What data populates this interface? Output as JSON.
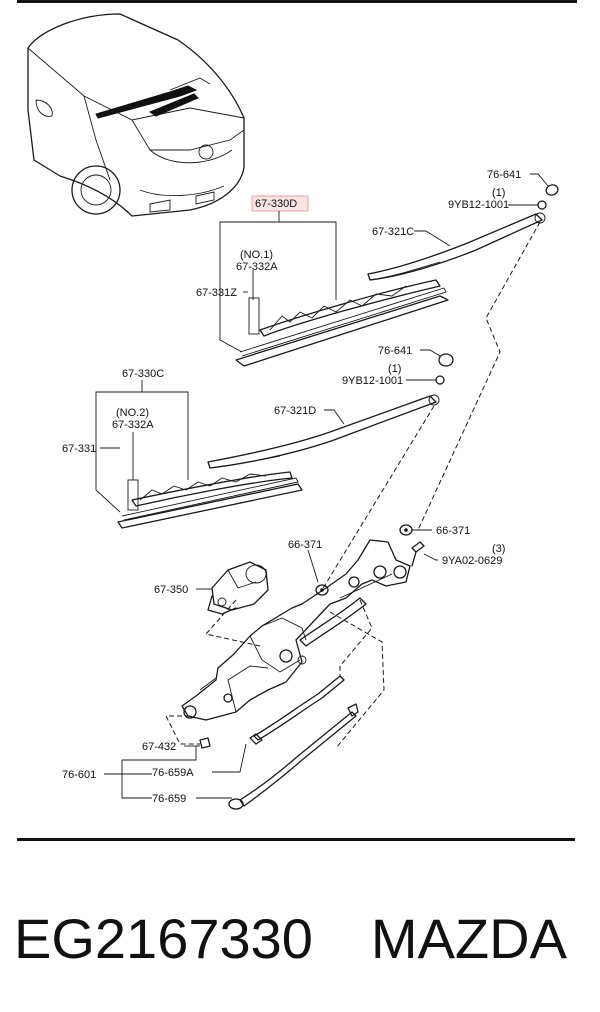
{
  "labels": {
    "highlight": "67-330D",
    "no1": "(NO.1)",
    "p67_332A_1": "67-332A",
    "p67_331Z": "67-331Z",
    "p76_641_top": "76-641",
    "qty1_top": "(1)",
    "p9YB12_top": "9YB12-1001",
    "p67_321C": "67-321C",
    "p76_641_mid": "76-641",
    "qty1_mid": "(1)",
    "p9YB12_mid": "9YB12-1001",
    "p67_330C": "67-330C",
    "no2": "(NO.2)",
    "p67_332A_2": "67-332A",
    "p67_331": "67-331",
    "p67_321D": "67-321D",
    "p66_371_right": "66-371",
    "qty3": "(3)",
    "p9YA02": "9YA02-0629",
    "p66_371_left": "66-371",
    "p67_350": "67-350",
    "p67_432": "67-432",
    "p76_601": "76-601",
    "p76_659A": "76-659A",
    "p76_659": "76-659"
  },
  "caption": {
    "part_number": "EG2167330",
    "maker": "MAZDA"
  },
  "colors": {
    "highlight_border": "#e9a0a0",
    "highlight_fill": "#fbe4e4"
  }
}
